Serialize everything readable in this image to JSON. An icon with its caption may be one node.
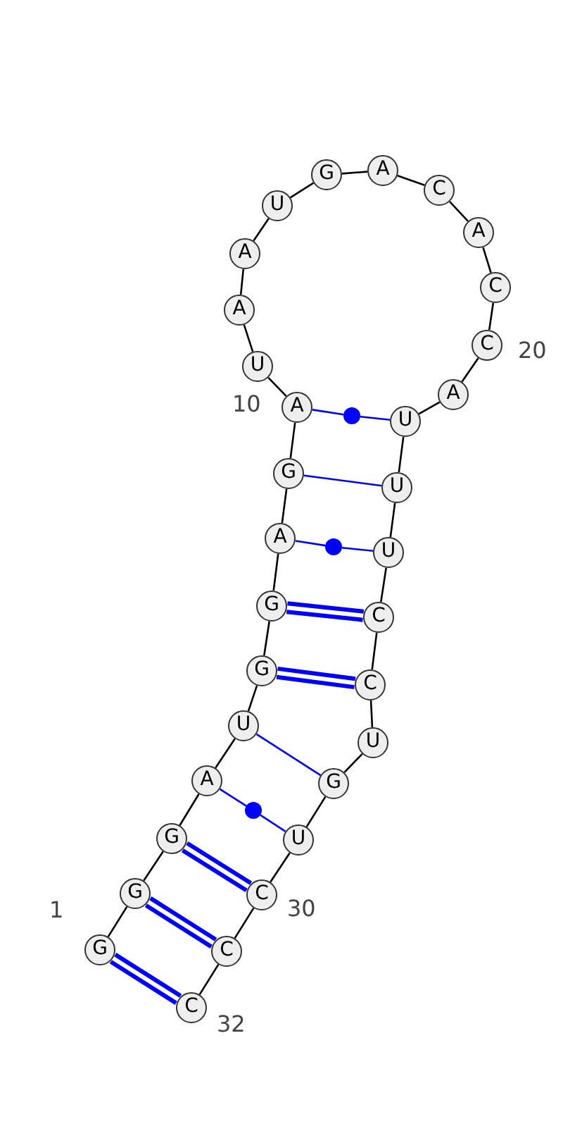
{
  "diagram": {
    "nodes": [
      {
        "text": [
          "G"
        ],
        "beside": [
          "1"
        ]
      },
      {
        "text": [
          "G"
        ]
      },
      {
        "text": [
          "G"
        ]
      },
      {
        "text": [
          "A"
        ]
      },
      {
        "text": [
          "U"
        ]
      },
      {
        "text": [
          "G"
        ]
      },
      {
        "text": [
          "G"
        ]
      },
      {
        "text": [
          "A"
        ]
      },
      {
        "text": [
          "G"
        ]
      },
      {
        "text": [
          "A"
        ],
        "beside": [
          "10"
        ]
      },
      {
        "text": [
          "U"
        ]
      },
      {
        "text": [
          "A"
        ]
      },
      {
        "text": [
          "A"
        ]
      },
      {
        "text": [
          "U"
        ]
      },
      {
        "text": [
          "G"
        ]
      },
      {
        "text": [
          "A"
        ]
      },
      {
        "text": [
          "C"
        ]
      },
      {
        "text": [
          "A"
        ]
      },
      {
        "text": [
          "C"
        ]
      },
      {
        "text": [
          "C"
        ],
        "beside": [
          "20"
        ]
      },
      {
        "text": [
          "A"
        ]
      },
      {
        "text": [
          "U"
        ]
      },
      {
        "text": [
          "U"
        ]
      },
      {
        "text": [
          "U"
        ]
      },
      {
        "text": [
          "C"
        ]
      },
      {
        "text": [
          "C"
        ]
      },
      {
        "text": [
          "U"
        ]
      },
      {
        "text": [
          "G"
        ]
      },
      {
        "text": [
          "U"
        ]
      },
      {
        "text": [
          "C"
        ],
        "beside": [
          "30"
        ]
      },
      {
        "text": [
          "C"
        ]
      },
      {
        "text": [
          "C"
        ],
        "beside": [
          "32"
        ]
      },
      {
        "text": [],
        "shape": "circle"
      },
      {
        "text": [],
        "shape": "circle"
      },
      {
        "text": [],
        "shape": "circle"
      }
    ],
    "edges": [
      {
        "from": 0,
        "to": 1,
        "arrow": "none"
      },
      {
        "from": 1,
        "to": 2,
        "arrow": "none"
      },
      {
        "from": 2,
        "to": 3,
        "arrow": "none"
      },
      {
        "from": 3,
        "to": 4,
        "arrow": "none"
      },
      {
        "from": 4,
        "to": 5,
        "arrow": "none"
      },
      {
        "from": 5,
        "to": 6,
        "arrow": "none"
      },
      {
        "from": 6,
        "to": 7,
        "arrow": "none"
      },
      {
        "from": 7,
        "to": 8,
        "arrow": "none"
      },
      {
        "from": 8,
        "to": 9,
        "arrow": "none"
      },
      {
        "from": 9,
        "to": 10,
        "arrow": "none"
      },
      {
        "from": 10,
        "to": 11,
        "arrow": "none"
      },
      {
        "from": 11,
        "to": 12,
        "arrow": "none"
      },
      {
        "from": 12,
        "to": 13,
        "arrow": "none"
      },
      {
        "from": 13,
        "to": 14,
        "arrow": "none"
      },
      {
        "from": 14,
        "to": 15,
        "arrow": "none"
      },
      {
        "from": 15,
        "to": 16,
        "arrow": "none"
      },
      {
        "from": 16,
        "to": 17,
        "arrow": "none"
      },
      {
        "from": 17,
        "to": 18,
        "arrow": "none"
      },
      {
        "from": 18,
        "to": 19,
        "arrow": "none"
      },
      {
        "from": 19,
        "to": 20,
        "arrow": "none"
      },
      {
        "from": 20,
        "to": 21,
        "arrow": "none"
      },
      {
        "from": 21,
        "to": 22,
        "arrow": "none"
      },
      {
        "from": 22,
        "to": 23,
        "arrow": "none"
      },
      {
        "from": 23,
        "to": 24,
        "arrow": "none"
      },
      {
        "from": 24,
        "to": 25,
        "arrow": "none"
      },
      {
        "from": 25,
        "to": 26,
        "arrow": "none"
      },
      {
        "from": 26,
        "to": 27,
        "arrow": "none"
      },
      {
        "from": 27,
        "to": 28,
        "arrow": "none"
      },
      {
        "from": 28,
        "to": 29,
        "arrow": "none"
      },
      {
        "from": 29,
        "to": 30,
        "arrow": "none"
      },
      {
        "from": 30,
        "to": 31,
        "arrow": "none"
      },
      {
        "from": 9,
        "to": 32,
        "arrow": "none",
        "color": "#0000ff"
      },
      {
        "from": 32,
        "to": 21,
        "arrow": "none",
        "color": "#0000ff"
      },
      {
        "from": 8,
        "to": 22,
        "arrow": "none",
        "color": "#0000ff"
      },
      {
        "from": 7,
        "to": 33,
        "arrow": "none",
        "color": "#0000ff"
      },
      {
        "from": 33,
        "to": 23,
        "arrow": "none",
        "color": "#0000ff"
      },
      {
        "from": 6,
        "to": 24,
        "arrow": "none",
        "style": "thick",
        "color": "#0000ff"
      },
      {
        "from": 5,
        "to": 25,
        "arrow": "none",
        "style": "thick",
        "color": "#0000ff"
      },
      {
        "from": 4,
        "to": 27,
        "arrow": "none",
        "color": "#0000ff"
      },
      {
        "from": 3,
        "to": 34,
        "arrow": "none",
        "color": "#0000ff"
      },
      {
        "from": 34,
        "to": 28,
        "arrow": "none",
        "color": "#0000ff"
      },
      {
        "from": 2,
        "to": 29,
        "arrow": "none",
        "style": "thick",
        "color": "#0000ff"
      },
      {
        "from": 1,
        "to": 30,
        "arrow": "none",
        "style": "thick",
        "color": "#0000ff"
      },
      {
        "from": 0,
        "to": 31,
        "arrow": "none",
        "style": "thick",
        "color": "#0000ff"
      }
    ]
  }
}
